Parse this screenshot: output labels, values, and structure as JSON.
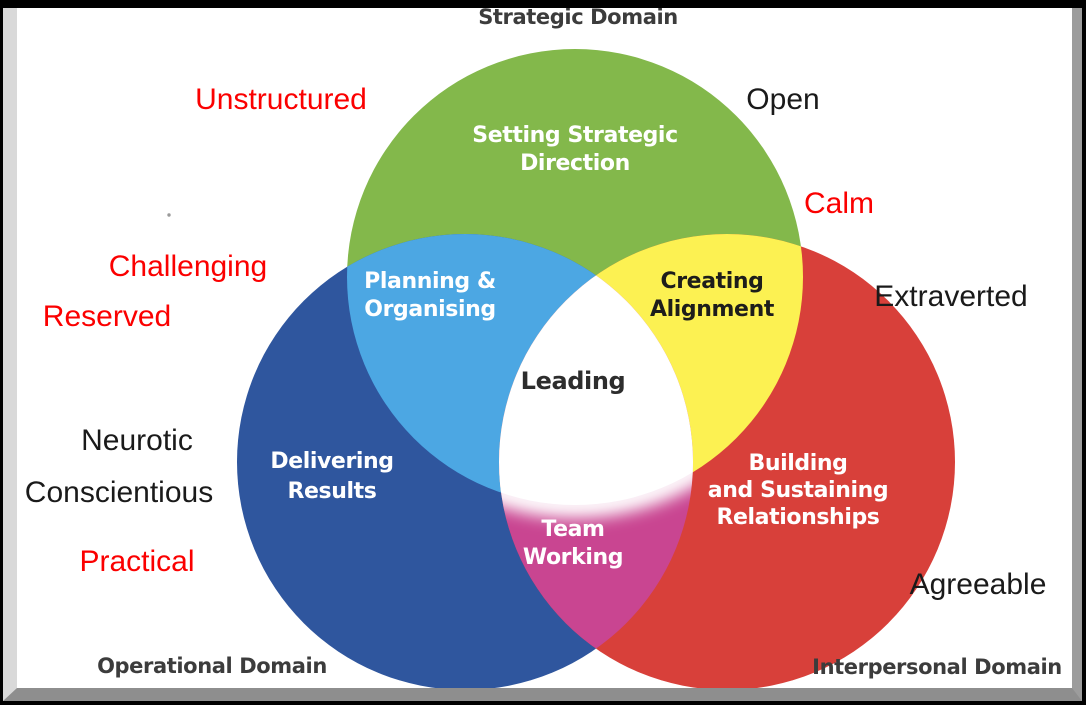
{
  "colors": {
    "strategic_green": "#83B84B",
    "operational_blue": "#2F569E",
    "interpersonal_red": "#D8403A",
    "planning_lightblue": "#4CA7E3",
    "alignment_yellow": "#FCF152",
    "teamworking_magenta": "#C94591",
    "center_white": "#FFFFFF",
    "trait_red": "#FB0000",
    "trait_black": "#1A1A1A",
    "domain_title_gray": "#3C3C3C",
    "frame_black": "#000000",
    "bevel_left": "#D9D9D9",
    "bevel_right": "#9C9C9C",
    "bevel_bottom": "#8E8E8E"
  },
  "domains": {
    "strategic": {
      "title": "Strategic Domain",
      "label_lines": [
        "Setting Strategic",
        "Direction"
      ]
    },
    "operational": {
      "title": "Operational Domain",
      "label_lines": [
        "Delivering",
        "Results"
      ]
    },
    "interpersonal": {
      "title": "Interpersonal Domain",
      "label_lines": [
        "Building",
        "and Sustaining",
        "Relationships"
      ]
    }
  },
  "overlaps": {
    "planning_organising": {
      "label_lines": [
        "Planning &",
        "Organising"
      ]
    },
    "creating_alignment": {
      "label_lines": [
        "Creating",
        "Alignment"
      ]
    },
    "team_working": {
      "label_lines": [
        "Team",
        "Working"
      ]
    },
    "leading": {
      "label": "Leading"
    }
  },
  "traits": {
    "unstructured": "Unstructured",
    "open": "Open",
    "calm": "Calm",
    "challenging": "Challenging",
    "reserved": "Reserved",
    "extraverted": "Extraverted",
    "neurotic": "Neurotic",
    "conscientious": "Conscientious",
    "practical": "Practical",
    "agreeable": "Agreeable"
  }
}
